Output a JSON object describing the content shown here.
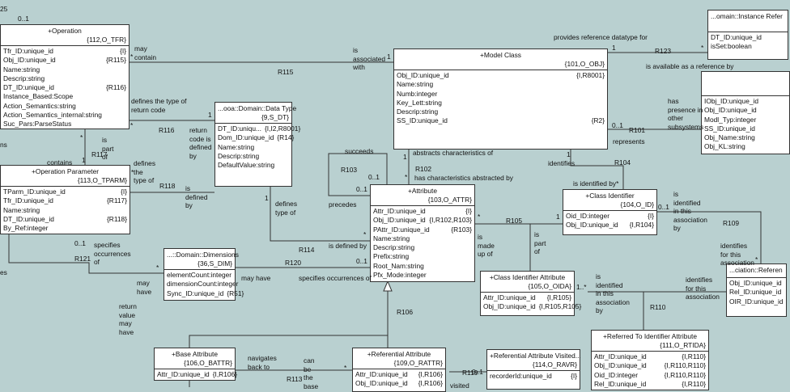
{
  "classes": {
    "operation": {
      "name": "+Operation",
      "keyletter": "{112,O_TFR}",
      "attrs": [
        [
          "Tfr_ID:unique_id",
          "{I}"
        ],
        [
          "Obj_ID:unique_id",
          "{R115}"
        ],
        [
          "Name:string",
          ""
        ],
        [
          "Descrip:string",
          ""
        ],
        [
          "DT_ID:unique_id",
          "{R116}"
        ],
        [
          "Instance_Based:Scope",
          ""
        ],
        [
          "Action_Semantics:string",
          ""
        ],
        [
          "Action_Semantics_internal:string",
          ""
        ],
        [
          "Suc_Pars:ParseStatus",
          ""
        ]
      ]
    },
    "operation_parameter": {
      "name": "+Operation Parameter",
      "keyletter": "{113,O_TPARM}",
      "attrs": [
        [
          "TParm_ID:unique_id",
          "{I}"
        ],
        [
          "Tfr_ID:unique_id",
          "{R117}"
        ],
        [
          "Name:string",
          ""
        ],
        [
          "DT_ID:unique_id",
          "{R118}"
        ],
        [
          "By_Ref:integer",
          ""
        ]
      ]
    },
    "data_type": {
      "name": "...ooa::Domain::Data Type",
      "keyletter": "{9,S_DT}",
      "attrs": [
        [
          "DT_ID:uniqu...",
          "{I,I2,R8001}"
        ],
        [
          "Dom_ID:unique_id",
          "{R14}"
        ],
        [
          "Name:string",
          ""
        ],
        [
          "Descrip:string",
          ""
        ],
        [
          "DefaultValue:string",
          ""
        ]
      ]
    },
    "model_class": {
      "name": "+Model Class",
      "keyletter": "{101,O_OBJ}",
      "attrs": [
        [
          "Obj_ID:unique_id",
          "{I,R8001}"
        ],
        [
          "Name:string",
          ""
        ],
        [
          "Numb:integer",
          ""
        ],
        [
          "Key_Lett:string",
          ""
        ],
        [
          "Descrip:string",
          ""
        ],
        [
          "SS_ID:unique_id",
          "{R2}"
        ]
      ]
    },
    "instance_ref": {
      "name": "...omain::Instance Refer",
      "keyletter": "",
      "attrs": [
        [
          "DT_ID:unique_id",
          ""
        ],
        [
          "isSet:boolean",
          ""
        ]
      ]
    },
    "imported_class": {
      "name": "",
      "keyletter": "",
      "attrs": [
        [
          "IObj_ID:unique_id",
          ""
        ],
        [
          "Obj_ID:unique_id",
          ""
        ],
        [
          "Modl_Typ:integer",
          ""
        ],
        [
          "SS_ID:unique_id",
          ""
        ],
        [
          "Obj_Name:string",
          ""
        ],
        [
          "Obj_KL:string",
          ""
        ]
      ]
    },
    "attribute": {
      "name": "+Attribute",
      "keyletter": "{103,O_ATTR}",
      "attrs": [
        [
          "Attr_ID:unique_id",
          "{I}"
        ],
        [
          "Obj_ID:unique_id",
          "{I,R102,R103}"
        ],
        [
          "PAttr_ID:unique_id",
          "{R103}"
        ],
        [
          "Name:string",
          ""
        ],
        [
          "Descrip:string",
          ""
        ],
        [
          "Prefix:string",
          ""
        ],
        [
          "Root_Nam:string",
          ""
        ],
        [
          "Pfx_Mode:integer",
          ""
        ]
      ]
    },
    "dimensions": {
      "name": "...::Domain::Dimensions",
      "keyletter": "{36,S_DIM}",
      "attrs": [
        [
          "elementCount:integer",
          ""
        ],
        [
          "dimensionCount:integer",
          ""
        ],
        [
          "Sync_ID:unique_id",
          "{R51}"
        ]
      ]
    },
    "class_identifier": {
      "name": "+Class Identifier",
      "keyletter": "{104,O_ID}",
      "attrs": [
        [
          "Oid_ID:integer",
          "{I}"
        ],
        [
          "Obj_ID:unique_id",
          "{I,R104}"
        ]
      ]
    },
    "class_identifier_attribute": {
      "name": "+Class Identifier Attribute",
      "keyletter": "{105,O_OIDA}",
      "attrs": [
        [
          "Attr_ID:unique_id",
          "{I,R105}"
        ],
        [
          "Obj_ID:unique_id",
          "{I,R105,R105}"
        ]
      ]
    },
    "ref_association": {
      "name": "...ciation::Referen",
      "keyletter": "",
      "attrs": [
        [
          "Obj_ID:unique_id",
          ""
        ],
        [
          "Rel_ID:unique_id",
          ""
        ],
        [
          "OIR_ID:unique_id",
          ""
        ]
      ]
    },
    "referred_to_identifier_attribute": {
      "name": "+Referred To Identifier Attribute",
      "keyletter": "{111,O_RTIDA}",
      "attrs": [
        [
          "Attr_ID:unique_id",
          "{I,R110}"
        ],
        [
          "Obj_ID:unique_id",
          "{I,R110,R110}"
        ],
        [
          "Oid_ID:integer",
          "{I,R110,R110}"
        ],
        [
          "Rel_ID:unique_id",
          "{I,R110}"
        ]
      ]
    },
    "base_attribute": {
      "name": "+Base Attribute",
      "keyletter": "{106,O_BATTR}",
      "attrs": [
        [
          "Attr_ID:unique_id",
          "{I,R106}"
        ]
      ]
    },
    "referential_attribute": {
      "name": "+Referential Attribute",
      "keyletter": "{109,O_RATTR}",
      "attrs": [
        [
          "Attr_ID:unique_id",
          "{I,R106}"
        ],
        [
          "Obj_ID:unique_id",
          "{I,R106}"
        ]
      ]
    },
    "ref_attr_visited": {
      "name": "+Referential Attribute Visited...",
      "keyletter": "{114,O_RAVR}",
      "attrs": [
        [
          "recorderId:unique_id",
          "{I}"
        ]
      ]
    }
  },
  "labels": {
    "top_25": "25",
    "top_01": "0..1",
    "may_contain": "may\ncontain",
    "m_115a": "*",
    "r115": "R115",
    "is_associated_with": "is\nassociated\nwith",
    "one_115": "1",
    "provides_ref_dt": "provides reference datatype for",
    "r123": "R123",
    "one_123": "1",
    "star_123": "*",
    "available_as_ref": "is available as a reference by",
    "defines_type_return": "defines the type of\nreturn code",
    "one_116": "1",
    "r116": "R116",
    "star_116": "*",
    "return_code_defined": "return\ncode is\ndefined\nby",
    "is_part_of": "is\npart\nof",
    "star_117a": "*",
    "r117": "R117",
    "one_117": "1",
    "contains": "contains",
    "ns_left": "ns",
    "defines_the_type": "defines\nthe\ntype of",
    "star_118": "*",
    "r118": "R118",
    "is_defined_by": "is\ndefined\nby",
    "has_presence": "has\npresence in\nother\nsubsystems",
    "r101": "R101",
    "m_101": "0..1",
    "represents": "represents",
    "abstracts": "abstracts characteristics of",
    "one_102": "1",
    "r102": "R102",
    "has_char": "has characteristics abstracted by",
    "star_102": "*",
    "succeeds": "succeeds",
    "r103": "R103",
    "m_103a": "0..1",
    "m_103b": "0..1",
    "precedes": "precedes",
    "identifies": "identifies",
    "one_104": "1",
    "r104": "R104",
    "is_identified_by": "is identified by*",
    "is_identified_assoc": "is\nidentified\nin this\nassociation\nby",
    "m_109": "0..1",
    "r109": "R109",
    "star_105a": "*",
    "r105": "R105",
    "one_105": "1",
    "is_made_up_of": "is\nmade\nup of",
    "is_part_of_2": "is\npart\nof",
    "identifies_assoc": "identifies\nfor this\nassociation",
    "star_109": "*",
    "one_114": "1",
    "defines_type_of": "defines\ntype of",
    "r114": "R114",
    "is_defined_by_2": "is defined by",
    "star_114": "*",
    "one_dim": "0..1",
    "specifies_occ_left": "specifies\noccurrences\nof",
    "r121": "R121",
    "star_121": "*",
    "r120": "R120",
    "m_120": "0..1",
    "may_have": "may have",
    "specifies_occ": "specifies occurrences of",
    "may_have_2": "may\nhave",
    "es_left": "es",
    "star_110": "1..*",
    "is_identified_assoc_2": "is\nidentified\nin this\nassociation\nby",
    "r110": "R110",
    "identifies_assoc_2": "identifies\nfor this\nassociation",
    "return_value": "return\nvalue\nmay\nhave",
    "r106": "R106",
    "navigates_back": "navigates\nback to",
    "can_be": "can\nbe\nthe\nbase",
    "r113": "R113",
    "star_113": "*",
    "r119": "R119",
    "m_119": "0..1",
    "visited": "visited"
  }
}
